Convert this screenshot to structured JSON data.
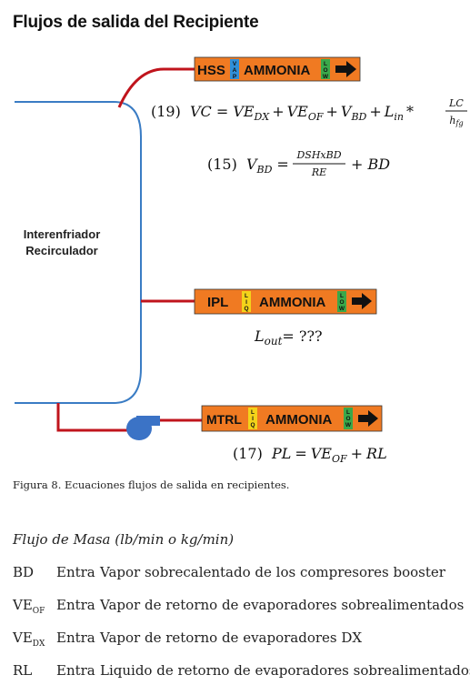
{
  "title": "Flujos de salida del Recipiente",
  "vessel_label_line1": "Interenfriador",
  "vessel_label_line2": "Recirculador",
  "pipes": [
    {
      "tag": "HSS",
      "state_letters": [
        "V",
        "A",
        "P"
      ],
      "fluid": "AMMONIA",
      "pressure_letters": [
        "L",
        "O",
        "W"
      ]
    },
    {
      "tag": "IPL",
      "state_letters": [
        "L",
        "I",
        "Q"
      ],
      "fluid": "AMMONIA",
      "pressure_letters": [
        "L",
        "O",
        "W"
      ]
    },
    {
      "tag": "MTRL",
      "state_letters": [
        "L",
        "I",
        "Q"
      ],
      "fluid": "AMMONIA",
      "pressure_letters": [
        "L",
        "O",
        "W"
      ]
    }
  ],
  "equations": {
    "eq19_number": "(19)",
    "eq19_body": "VC = VE",
    "eq15_number": "(15)",
    "l_out": "= ???",
    "eq17_number": "(17)"
  },
  "colors": {
    "pipe_red": "#c0141c",
    "vessel_blue": "#3a7cc4",
    "label_orange": "#f07a22",
    "vap_blue": "#2f8fd8",
    "liq_yellow": "#f3d31a",
    "low_green": "#3aa84a",
    "pump_blue": "#3b73c6"
  },
  "caption": "Figura 8. Ecuaciones flujos de salida en recipientes.",
  "section_title": "Flujo de Masa (lb/min o kg/min)",
  "definitions": [
    {
      "symbol": "BD",
      "subscript": "",
      "kind": "Entra",
      "description": "Vapor sobrecalentado de los compresores booster"
    },
    {
      "symbol": "VE",
      "subscript": "OF",
      "kind": "Entra",
      "description": "Vapor de retorno de evaporadores sobrealimentados"
    },
    {
      "symbol": "VE",
      "subscript": "DX",
      "kind": "Entra",
      "description": "Vapor de retorno de evaporadores DX"
    },
    {
      "symbol": "RL",
      "subscript": "",
      "kind": "Entra",
      "description": "Liquido de retorno de evaporadores sobrealimentados"
    }
  ]
}
